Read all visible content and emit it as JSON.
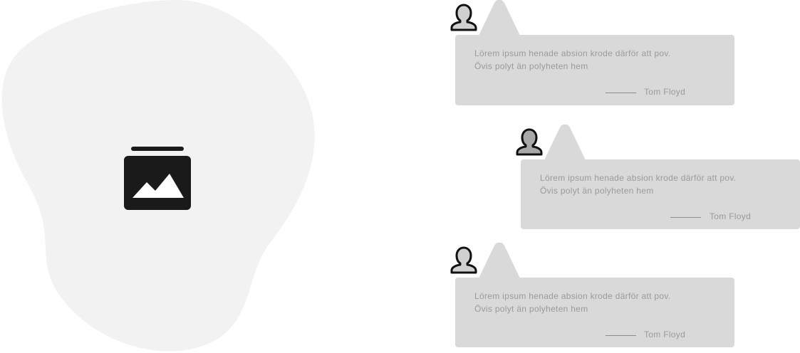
{
  "media": {
    "icon": "image-gallery-icon",
    "placeholder_color": "#f2f2f2"
  },
  "testimonials": [
    {
      "quote": "Lörem ipsum henade absion krode därför att pov.\nÖvis polyt än polyheten hem",
      "author": "Tom Floyd",
      "avatar_icon": "user-icon"
    },
    {
      "quote": "Lörem ipsum henade absion krode därför att pov.\nÖvis polyt än polyheten hem",
      "author": "Tom Floyd",
      "avatar_icon": "user-icon"
    },
    {
      "quote": "Lörem ipsum henade absion krode därför att pov.\nÖvis polyt än polyheten hem",
      "author": "Tom Floyd",
      "avatar_icon": "user-icon"
    }
  ],
  "colors": {
    "bubble": "#d9d9d9",
    "text": "#9a9a9a",
    "icon": "#1a1a1a"
  }
}
